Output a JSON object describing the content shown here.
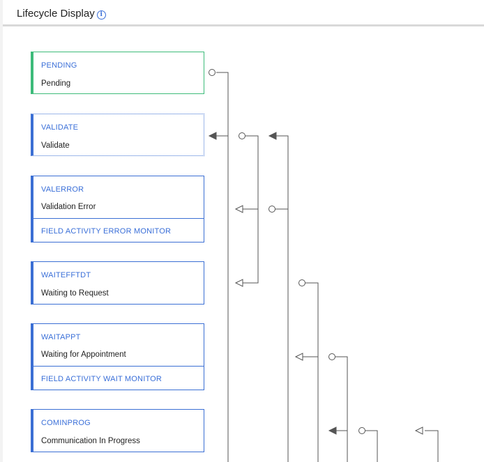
{
  "header": {
    "title": "Lifecycle Display",
    "info_icon": "info-icon"
  },
  "statuses": [
    {
      "code": "PENDING",
      "description": "Pending"
    },
    {
      "code": "VALIDATE",
      "description": "Validate"
    },
    {
      "code": "VALERROR",
      "description": "Validation Error",
      "monitor": "FIELD ACTIVITY ERROR MONITOR"
    },
    {
      "code": "WAITEFFTDT",
      "description": "Waiting to Request"
    },
    {
      "code": "WAITAPPT",
      "description": "Waiting for Appointment",
      "monitor": "FIELD ACTIVITY WAIT MONITOR"
    },
    {
      "code": "COMINPROG",
      "description": "Communication In Progress"
    }
  ],
  "colors": {
    "accent": "#3b6fd4",
    "initial_status": "#3dbb7a",
    "connector": "#555555"
  }
}
